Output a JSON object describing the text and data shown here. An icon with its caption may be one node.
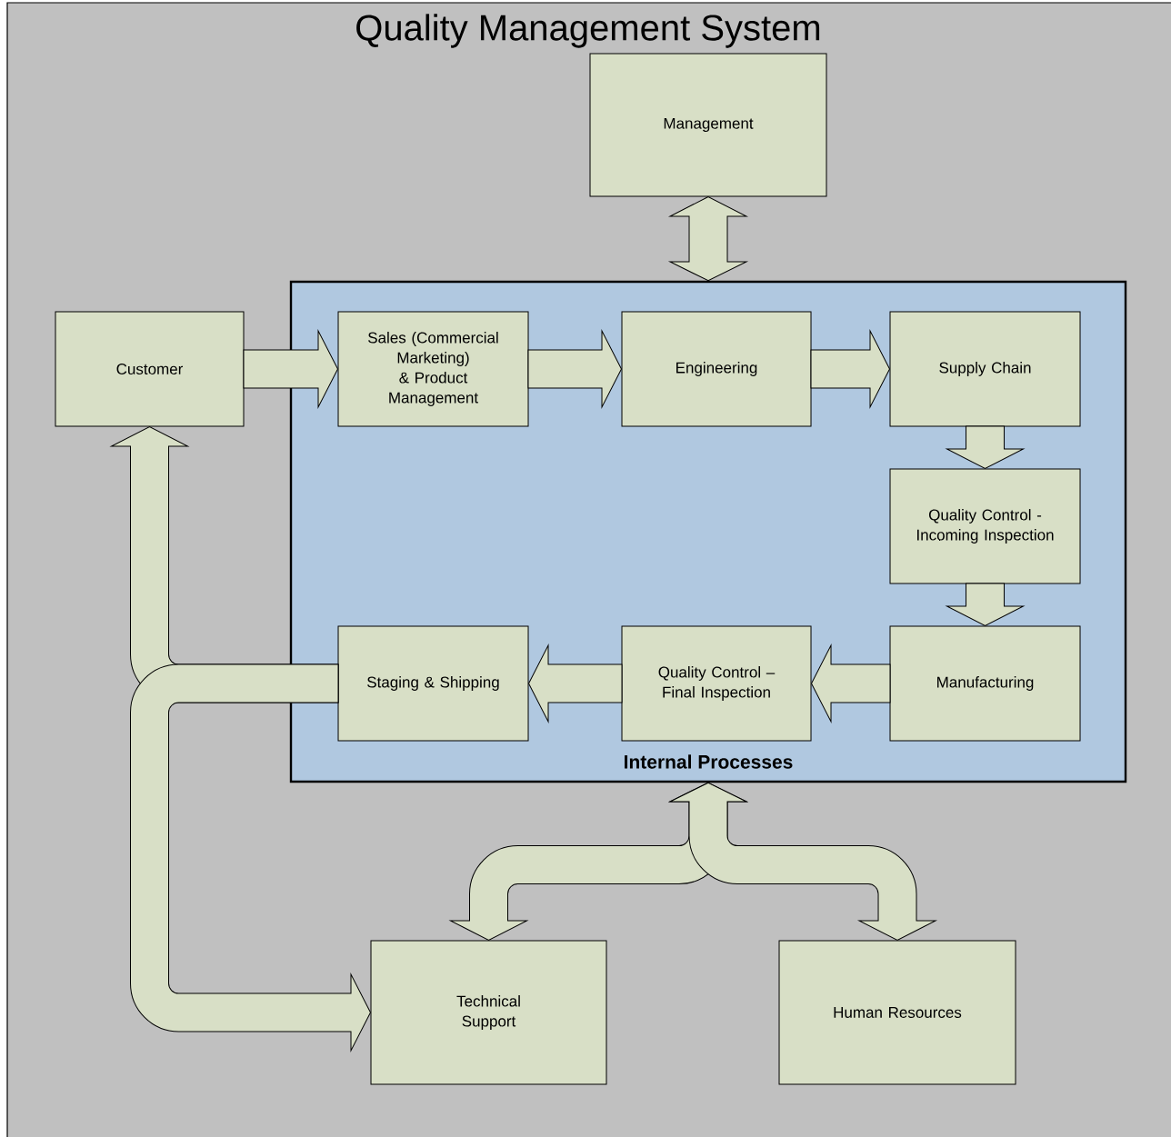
{
  "diagram": {
    "title": "Quality Management System",
    "nodes": [
      {
        "text": [
          "Management"
        ]
      },
      {
        "text": [
          "Internal Processes"
        ]
      },
      {
        "text": [
          "Customer"
        ]
      },
      {
        "text": [
          "Sales (Commercial Marketing) & Product Management"
        ],
        "in": 1
      },
      {
        "text": [
          "Engineering"
        ],
        "in": 1
      },
      {
        "text": [
          "Supply Chain"
        ],
        "in": 1
      },
      {
        "text": [
          "Quality Control - Incoming Inspection"
        ],
        "in": 1
      },
      {
        "text": [
          "Staging & Shipping"
        ],
        "in": 1
      },
      {
        "text": [
          "Quality Control – Final Inspection"
        ],
        "in": 1
      },
      {
        "text": [
          "Manufacturing"
        ],
        "in": 1
      },
      {
        "text": [
          "Technical Support"
        ]
      },
      {
        "text": [
          "Human Resources"
        ]
      }
    ],
    "edges": [
      {
        "from": 0,
        "to": 1,
        "arrow": "both"
      },
      {
        "from": 2,
        "to": 3,
        "arrow": "to"
      },
      {
        "from": 3,
        "to": 4,
        "arrow": "to"
      },
      {
        "from": 4,
        "to": 5,
        "arrow": "to"
      },
      {
        "from": 5,
        "to": 6,
        "arrow": "to"
      },
      {
        "from": 6,
        "to": 9,
        "arrow": "to"
      },
      {
        "from": 9,
        "to": 8,
        "arrow": "to"
      },
      {
        "from": 8,
        "to": 7,
        "arrow": "to"
      },
      {
        "from": 7,
        "to": 2,
        "arrow": "to"
      },
      {
        "from": 7,
        "to": 10,
        "arrow": "to"
      },
      {
        "from": 1,
        "to": 10,
        "arrow": "both"
      },
      {
        "from": 1,
        "to": 11,
        "arrow": "both"
      }
    ]
  }
}
